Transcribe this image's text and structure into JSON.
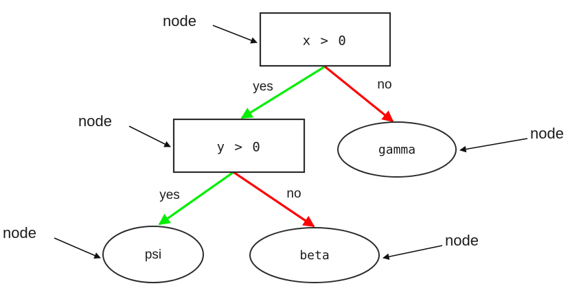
{
  "diagram": {
    "type": "decision-tree",
    "background_color": "#ffffff",
    "colors": {
      "yes_edge": "#00ee00",
      "no_edge": "#ff0000",
      "node_stroke": "#2b2b2b",
      "text": "#1a1a1a",
      "annotation": "#111111"
    },
    "decision_nodes": [
      {
        "id": "root",
        "label": "x > 0",
        "shape": "rectangle"
      },
      {
        "id": "second",
        "label": "y > 0",
        "shape": "rectangle"
      }
    ],
    "leaf_nodes": [
      {
        "id": "gamma",
        "label": "gamma",
        "shape": "ellipse"
      },
      {
        "id": "psi",
        "label": "psi",
        "shape": "ellipse"
      },
      {
        "id": "beta",
        "label": "beta",
        "shape": "ellipse"
      }
    ],
    "edges": [
      {
        "from": "root",
        "to": "second",
        "label": "yes",
        "color": "#00ee00"
      },
      {
        "from": "root",
        "to": "gamma",
        "label": "no",
        "color": "#ff0000"
      },
      {
        "from": "second",
        "to": "psi",
        "label": "yes",
        "color": "#00ee00"
      },
      {
        "from": "second",
        "to": "beta",
        "label": "no",
        "color": "#ff0000"
      }
    ],
    "annotations": [
      {
        "id": "annot-root",
        "label": "node",
        "target": "root"
      },
      {
        "id": "annot-second",
        "label": "node",
        "target": "second"
      },
      {
        "id": "annot-gamma",
        "label": "node",
        "target": "gamma"
      },
      {
        "id": "annot-psi",
        "label": "node",
        "target": "psi"
      },
      {
        "id": "annot-beta",
        "label": "node",
        "target": "beta"
      }
    ]
  }
}
